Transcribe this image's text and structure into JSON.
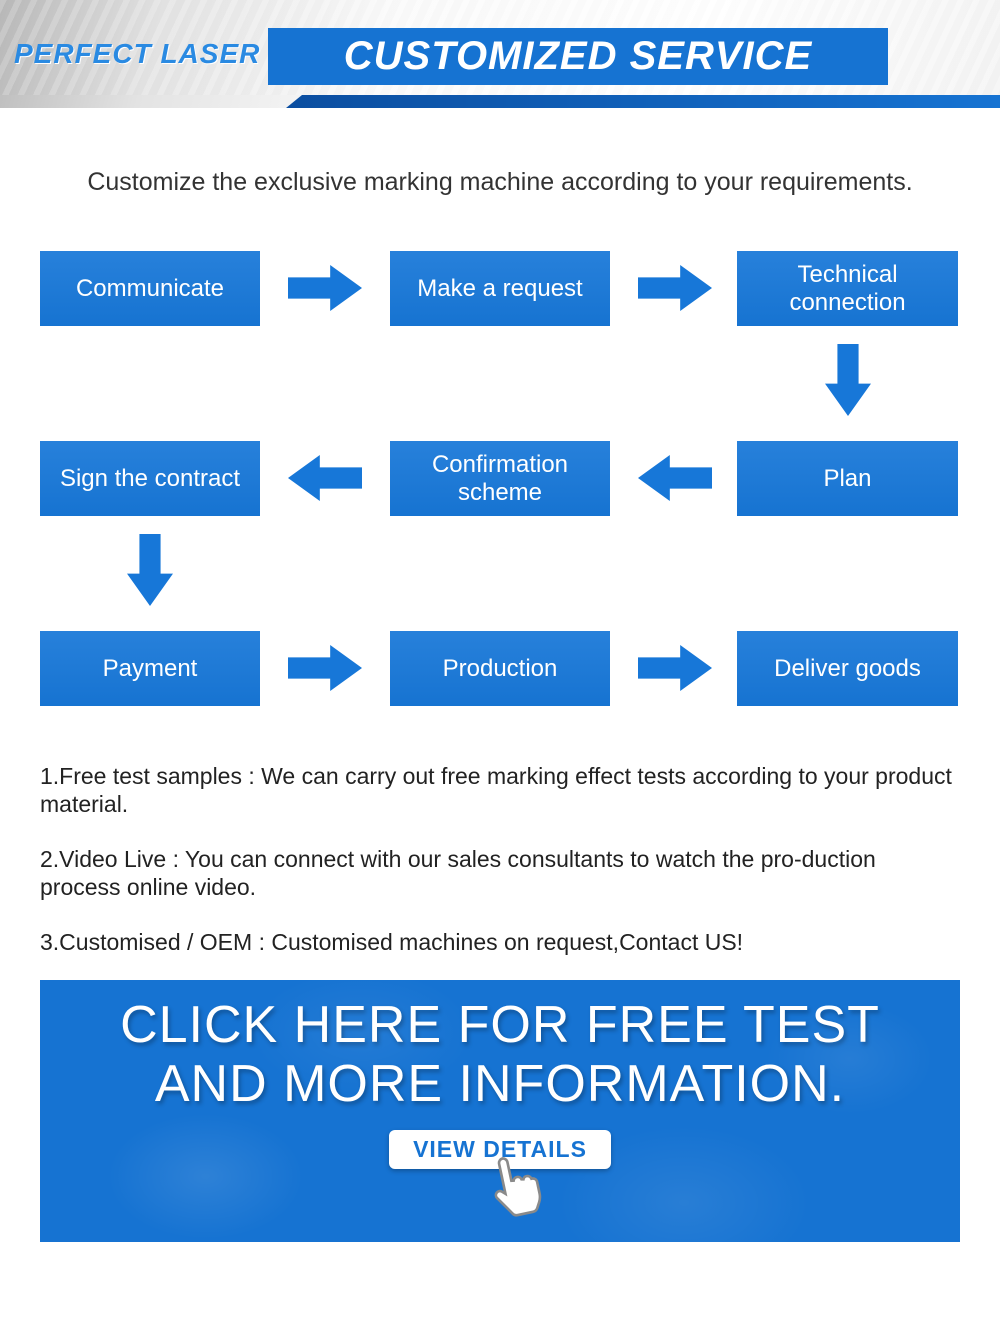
{
  "header": {
    "logo": "PERFECT LASER",
    "title": "CUSTOMIZED SERVICE"
  },
  "intro": "Customize the exclusive marking machine according to your requirements.",
  "flow": {
    "row1": [
      "Communicate",
      "Make a request",
      "Technical connection"
    ],
    "row2": [
      "Sign the contract",
      "Confirmation scheme",
      "Plan"
    ],
    "row3": [
      "Payment",
      "Production",
      "Deliver goods"
    ]
  },
  "notes": [
    "1.Free test samples : We can carry out free marking effect tests according to your product material.",
    "2.Video Live : You can connect with our sales consultants to watch the pro-duction process online video.",
    "3.Customised / OEM : Customised machines on request,Contact US!"
  ],
  "banner": {
    "line1": "CLICK HERE FOR FREE TEST",
    "line2": "AND MORE INFORMATION.",
    "button_label": "VIEW DETAILS"
  },
  "colors": {
    "accent_blue": "#1673d2",
    "dark_stripe_blue": "#0b4ea0",
    "box_blue": "#1777d8"
  }
}
